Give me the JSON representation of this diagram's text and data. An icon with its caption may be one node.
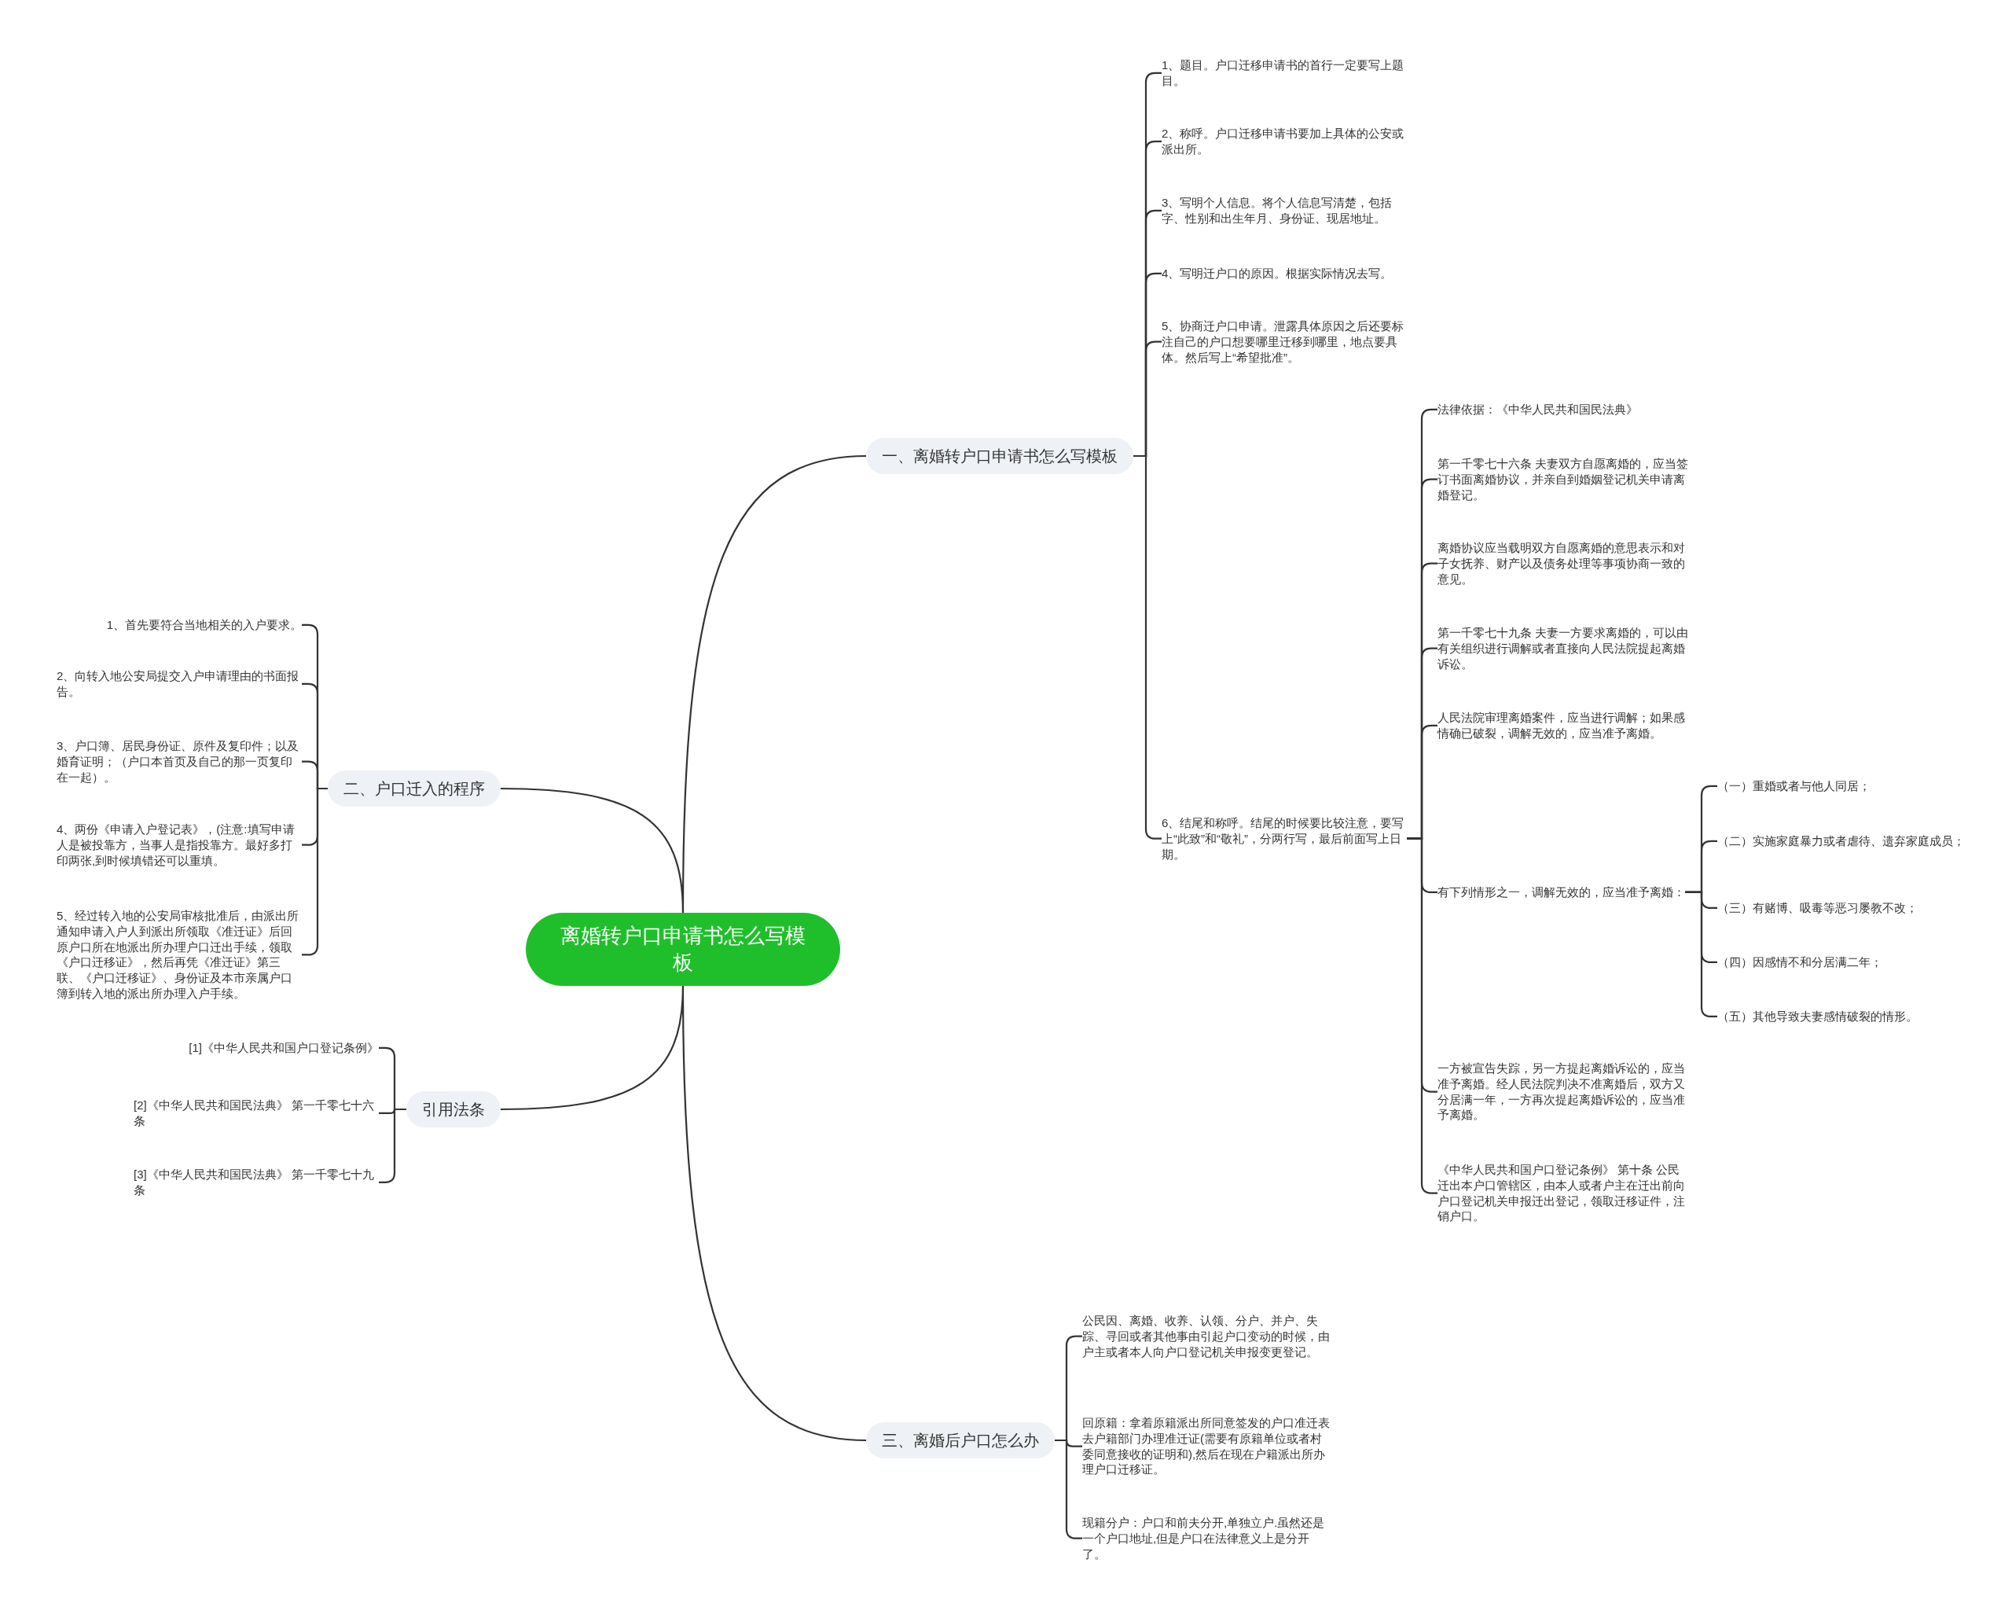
{
  "diagram": {
    "nodes": [
      {
        "text": [
          "离婚转户口申请书怎么写模板"
        ]
      },
      {
        "text": [
          "一、离婚转户口申请书怎么写模板"
        ]
      },
      {
        "text": [
          "1、题目。户口迁移申请书的首行一定要写上题目。"
        ]
      },
      {
        "text": [
          "2、称呼。户口迁移申请书要加上具体的公安或派出所。"
        ]
      },
      {
        "text": [
          "3、写明个人信息。将个人信息写清楚，包括字、性别和出生年月、身份证、现居地址。"
        ]
      },
      {
        "text": [
          "4、写明迁户口的原因。根据实际情况去写。"
        ]
      },
      {
        "text": [
          "5、协商迁户口申请。泄露具体原因之后还要标注自己的户口想要哪里迁移到哪里，地点要具体。然后写上“希望批准”。"
        ]
      },
      {
        "text": [
          "6、结尾和称呼。结尾的时候要比较注意，要写上“此致”和“敬礼”，分两行写，最后前面写上日期。"
        ]
      },
      {
        "text": [
          "法律依据：《中华人民共和国民法典》"
        ]
      },
      {
        "text": [
          "第一千零七十六条 夫妻双方自愿离婚的，应当签订书面离婚协议，并亲自到婚姻登记机关申请离婚登记。"
        ]
      },
      {
        "text": [
          "离婚协议应当载明双方自愿离婚的意思表示和对子女抚养、财产以及债务处理等事项协商一致的意见。"
        ]
      },
      {
        "text": [
          "第一千零七十九条 夫妻一方要求离婚的，可以由有关组织进行调解或者直接向人民法院提起离婚诉讼。"
        ]
      },
      {
        "text": [
          "人民法院审理离婚案件，应当进行调解；如果感情确已破裂，调解无效的，应当准予离婚。"
        ]
      },
      {
        "text": [
          "有下列情形之一，调解无效的，应当准予离婚："
        ]
      },
      {
        "text": [
          "（一）重婚或者与他人同居；"
        ]
      },
      {
        "text": [
          "（二）实施家庭暴力或者虐待、遗弃家庭成员；"
        ]
      },
      {
        "text": [
          "（三）有赌博、吸毒等恶习屡教不改；"
        ]
      },
      {
        "text": [
          "（四）因感情不和分居满二年；"
        ]
      },
      {
        "text": [
          "（五）其他导致夫妻感情破裂的情形。"
        ]
      },
      {
        "text": [
          "一方被宣告失踪，另一方提起离婚诉讼的，应当准予离婚。经人民法院判决不准离婚后，双方又分居满一年，一方再次提起离婚诉讼的，应当准予离婚。"
        ]
      },
      {
        "text": [
          "《中华人民共和国户口登记条例》 第十条 公民迁出本户口管辖区，由本人或者户主在迁出前向户口登记机关申报迁出登记，领取迁移证件，注销户口。"
        ]
      },
      {
        "text": [
          "二、户口迁入的程序"
        ]
      },
      {
        "text": [
          "1、首先要符合当地相关的入户要求。"
        ]
      },
      {
        "text": [
          "2、向转入地公安局提交入户申请理由的书面报告。"
        ]
      },
      {
        "text": [
          "3、户口簿、居民身份证、原件及复印件；以及婚育证明；（户口本首页及自己的那一页复印在一起）。"
        ]
      },
      {
        "text": [
          "4、两份《申请入户登记表》，(注意:填写申请人是被投靠方，当事人是指投靠方。最好多打印两张,到时候填错还可以重填。"
        ]
      },
      {
        "text": [
          "5、经过转入地的公安局审核批准后，由派出所通知申请入户人到派出所领取《准迁证》后回原户口所在地派出所办理户口迁出手续，领取《户口迁移证》，然后再凭《准迁证》第三联、《户口迁移证》、身份证及本市亲属户口簿到转入地的派出所办理入户手续。"
        ]
      },
      {
        "text": [
          "引用法条"
        ]
      },
      {
        "text": [
          "[1]《中华人民共和国户口登记条例》"
        ]
      },
      {
        "text": [
          "[2]《中华人民共和国民法典》 第一千零七十六条"
        ]
      },
      {
        "text": [
          "[3]《中华人民共和国民法典》 第一千零七十九条"
        ]
      },
      {
        "text": [
          "三、离婚后户口怎么办"
        ]
      },
      {
        "text": [
          "公民因、离婚、收养、认领、分户、并户、失踪、寻回或者其他事由引起户口变动的时候，由户主或者本人向户口登记机关申报变更登记。"
        ]
      },
      {
        "text": [
          "回原籍：拿着原籍派出所同意签发的户口准迁表去户籍部门办理准迁证(需要有原籍单位或者村委同意接收的证明和),然后在现在户籍派出所办理户口迁移证。"
        ]
      },
      {
        "text": [
          "现籍分户：户口和前夫分开,单独立户.虽然还是一个户口地址,但是户口在法律意义上是分开了。"
        ]
      }
    ],
    "edges": [
      {
        "from": 0,
        "to": 1,
        "arrow": "none"
      },
      {
        "from": 1,
        "to": 2,
        "arrow": "none"
      },
      {
        "from": 1,
        "to": 3,
        "arrow": "none"
      },
      {
        "from": 1,
        "to": 4,
        "arrow": "none"
      },
      {
        "from": 1,
        "to": 5,
        "arrow": "none"
      },
      {
        "from": 1,
        "to": 6,
        "arrow": "none"
      },
      {
        "from": 1,
        "to": 7,
        "arrow": "none"
      },
      {
        "from": 7,
        "to": 8,
        "arrow": "none"
      },
      {
        "from": 7,
        "to": 9,
        "arrow": "none"
      },
      {
        "from": 7,
        "to": 10,
        "arrow": "none"
      },
      {
        "from": 7,
        "to": 11,
        "arrow": "none"
      },
      {
        "from": 7,
        "to": 12,
        "arrow": "none"
      },
      {
        "from": 7,
        "to": 13,
        "arrow": "none"
      },
      {
        "from": 13,
        "to": 14,
        "arrow": "none"
      },
      {
        "from": 13,
        "to": 15,
        "arrow": "none"
      },
      {
        "from": 13,
        "to": 16,
        "arrow": "none"
      },
      {
        "from": 13,
        "to": 17,
        "arrow": "none"
      },
      {
        "from": 13,
        "to": 18,
        "arrow": "none"
      },
      {
        "from": 7,
        "to": 19,
        "arrow": "none"
      },
      {
        "from": 7,
        "to": 20,
        "arrow": "none"
      },
      {
        "from": 0,
        "to": 21,
        "arrow": "none"
      },
      {
        "from": 21,
        "to": 22,
        "arrow": "none"
      },
      {
        "from": 21,
        "to": 23,
        "arrow": "none"
      },
      {
        "from": 21,
        "to": 24,
        "arrow": "none"
      },
      {
        "from": 21,
        "to": 25,
        "arrow": "none"
      },
      {
        "from": 21,
        "to": 26,
        "arrow": "none"
      },
      {
        "from": 0,
        "to": 27,
        "arrow": "none"
      },
      {
        "from": 27,
        "to": 28,
        "arrow": "none"
      },
      {
        "from": 27,
        "to": 29,
        "arrow": "none"
      },
      {
        "from": 27,
        "to": 30,
        "arrow": "none"
      },
      {
        "from": 0,
        "to": 31,
        "arrow": "none"
      },
      {
        "from": 31,
        "to": 32,
        "arrow": "none"
      },
      {
        "from": 31,
        "to": 33,
        "arrow": "none"
      },
      {
        "from": 31,
        "to": 34,
        "arrow": "none"
      }
    ]
  }
}
